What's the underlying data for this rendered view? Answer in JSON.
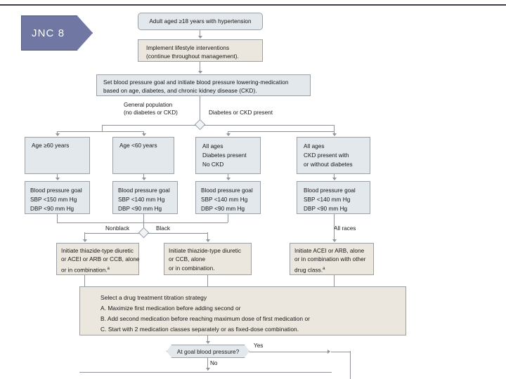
{
  "banner": {
    "label": "JNC 8"
  },
  "nodes": {
    "start": {
      "line1": "Adult aged ≥18 years with hypertension"
    },
    "lifestyle": {
      "line1": "Implement lifestyle interventions",
      "line2": "(continue throughout management)."
    },
    "set_goal": {
      "line1": "Set blood pressure goal and initiate blood pressure lowering-medication",
      "line2": "based on age, diabetes, and chronic kidney disease (CKD)."
    },
    "pop_age60plus": {
      "line1": "Age ≥60 years"
    },
    "pop_ageunder60": {
      "line1": "Age <60 years"
    },
    "pop_diabetes": {
      "line1": "All ages",
      "line2": "Diabetes present",
      "line3": "No CKD"
    },
    "pop_ckd": {
      "line1": "All ages",
      "line2": "CKD present with",
      "line3": "or without diabetes"
    },
    "goal_age60plus": {
      "line1": "Blood pressure goal",
      "line2": "SBP <150 mm Hg",
      "line3": "DBP <90 mm Hg"
    },
    "goal_ageunder60": {
      "line1": "Blood pressure goal",
      "line2": "SBP <140 mm Hg",
      "line3": "DBP <90 mm Hg"
    },
    "goal_diabetes": {
      "line1": "Blood pressure goal",
      "line2": "SBP <140 mm Hg",
      "line3": "DBP <90 mm Hg"
    },
    "goal_ckd": {
      "line1": "Blood pressure goal",
      "line2": "SBP <140 mm Hg",
      "line3": "DBP <90 mm Hg"
    },
    "tx_nonblack": {
      "line1": "Initiate thiazide-type diuretic",
      "line2": "or ACEI or ARB or CCB, alone",
      "line3": "or in combination.",
      "footnote": "a"
    },
    "tx_black": {
      "line1": "Initiate thiazide-type diuretic",
      "line2": "or CCB, alone",
      "line3": "or in combination."
    },
    "tx_ckd": {
      "line1": "Initiate ACEI or ARB, alone",
      "line2": "or in combination with other",
      "line3": "drug class.",
      "footnote": "a"
    },
    "titration": {
      "line1": "Select a drug treatment titration strategy",
      "line2": "A. Maximize first medication before adding second or",
      "line3": "B. Add second medication before reaching maximum dose of first medication or",
      "line4": "C. Start with 2 medication classes separately or as fixed-dose combination."
    },
    "at_goal": {
      "line1": "At goal blood pressure?"
    }
  },
  "edge_labels": {
    "general_population_1": "General population",
    "general_population_2": "(no diabetes or CKD)",
    "diabetes_or_ckd": "Diabetes or CKD present",
    "nonblack": "Nonblack",
    "black": "Black",
    "all_races": "All races",
    "yes": "Yes",
    "no": "No"
  },
  "colors": {
    "banner_fill": "#6f77a2",
    "banner_border": "#4d5578",
    "box_blue": "#e2e8ec",
    "box_beige": "#ece7de",
    "box_border": "#9aa0a6",
    "connector": "#8e9499",
    "top_rule": "#3c3c4e"
  }
}
